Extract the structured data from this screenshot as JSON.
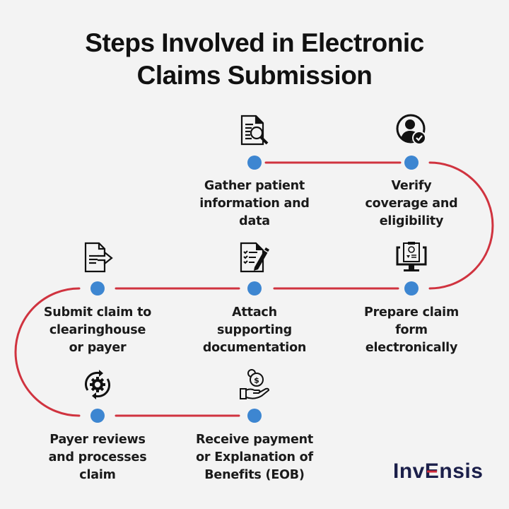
{
  "title": {
    "line1": "Steps Involved in Electronic",
    "line2": "Claims Submission"
  },
  "colors": {
    "connector": "#d0333f",
    "node": "#3d86d1",
    "text": "#1a1a1a",
    "background": "#f3f3f3",
    "brand_navy": "#1b1f4a",
    "brand_red": "#d22b3a"
  },
  "steps": [
    {
      "order": 1,
      "icon": "document-search-icon",
      "lines": [
        "Gather patient",
        "information and",
        "data"
      ]
    },
    {
      "order": 2,
      "icon": "user-verified-icon",
      "lines": [
        "Verify",
        "coverage and",
        "eligibility"
      ]
    },
    {
      "order": 3,
      "icon": "monitor-form-icon",
      "lines": [
        "Prepare claim",
        "form",
        "electronically"
      ]
    },
    {
      "order": 4,
      "icon": "document-edit-icon",
      "lines": [
        "Attach",
        "supporting",
        "documentation"
      ]
    },
    {
      "order": 5,
      "icon": "document-send-icon",
      "lines": [
        "Submit claim to",
        "clearinghouse",
        "or payer"
      ]
    },
    {
      "order": 6,
      "icon": "gear-cycle-icon",
      "lines": [
        "Payer reviews",
        "and processes",
        "claim"
      ]
    },
    {
      "order": 7,
      "icon": "hand-money-icon",
      "lines": [
        "Receive payment",
        "or Explanation of",
        "Benefits (EOB)"
      ]
    }
  ],
  "logo": {
    "prefix": "Inv",
    "mid": "E",
    "suffix": "nsis"
  }
}
